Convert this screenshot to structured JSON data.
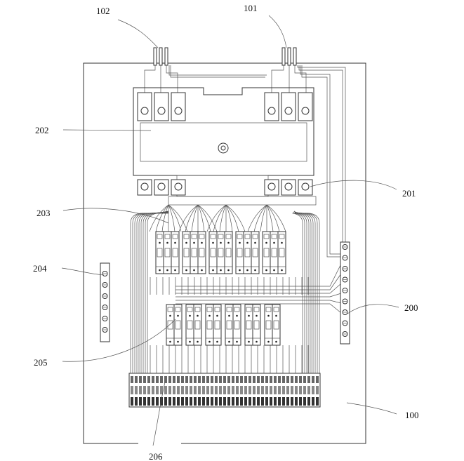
{
  "labels": {
    "l100": "100",
    "l101": "101",
    "l102": "102",
    "l200": "200",
    "l201": "201",
    "l202": "202",
    "l203": "203",
    "l204": "204",
    "l205": "205",
    "l206": "206"
  }
}
